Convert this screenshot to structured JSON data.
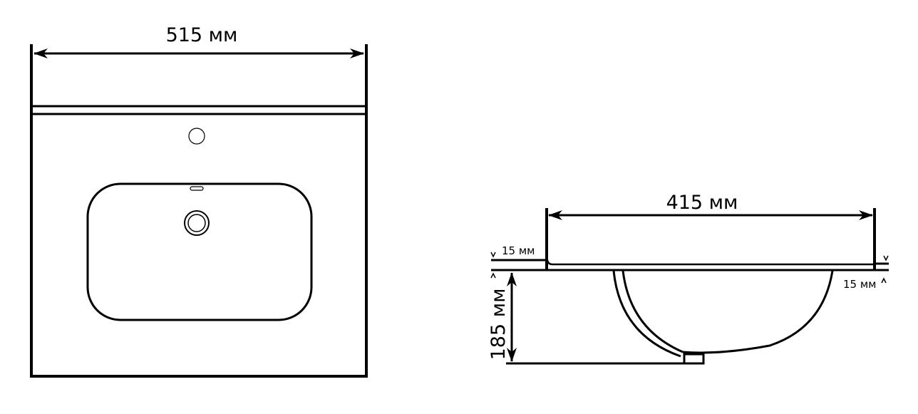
{
  "top_view": {
    "width_label": "515 мм"
  },
  "side_view": {
    "inner_width_label": "415 мм",
    "height_label": "185 мм",
    "left_thickness_label": "15 мм",
    "right_thickness_label": "15 мм"
  },
  "colors": {
    "line": "#000000",
    "background": "#ffffff"
  }
}
